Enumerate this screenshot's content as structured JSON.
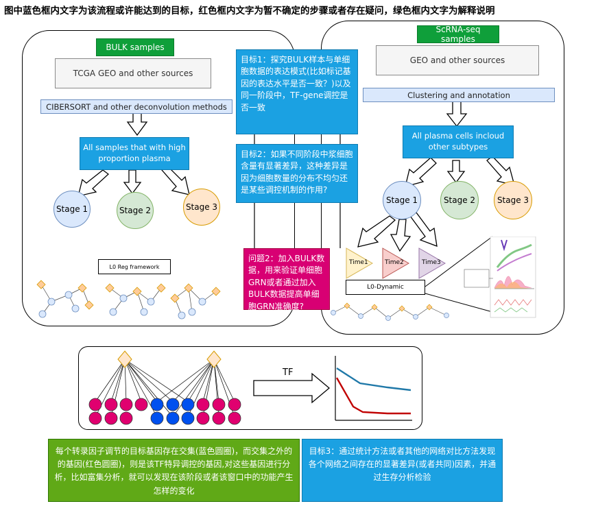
{
  "header": {
    "title": "图中蓝色框内文字为该流程或许能达到的目标，红色框内文字为暂不确定的步骤或者存在疑问，绿色框内文字为解释说明"
  },
  "bulk": {
    "label": "BULK samples",
    "source": "TCGA GEO and other sources",
    "method": "CIBERSORT and other deconvolution methods",
    "selection": "All samples that with high proportion plasma",
    "stages": [
      "Stage 1",
      "Stage 2",
      "Stage 3"
    ],
    "framework": "L0 Reg framework"
  },
  "scrna": {
    "label": "ScRNA-seq samples",
    "source": "GEO and other sources",
    "method": "Clustering and annotation",
    "selection": "All plasma cells incloud other subtypes",
    "stages": [
      "Stage 1",
      "Stage 2",
      "Stage 3"
    ],
    "times": [
      "Time1",
      "Time2",
      "Time3"
    ],
    "dynamic": "L0-Dynamic"
  },
  "center": {
    "goal1": "目标1：探究BULK样本与单细胞数据的表达模式(比如标记基因的表达水平是否一致？)以及同一阶段中，TF-gene调控是否一致",
    "goal2": "目标2：如果不同阶段中浆细胞含量有显著差异，这种差异是因为细胞数量的分布不均匀还是某些调控机制的作用?",
    "question2": "问题2：加入BULK数据，用来验证单细胞GRN或者通过加入BULK数据提高单细胞GRN准确度?"
  },
  "bottom": {
    "tf_label": "TF",
    "explanation": "每个转录因子调节的目标基因存在交集(蓝色圆圈)，而交集之外的的基因(红色圆圈)，则是该TF特异调控的基因,对这些基因进行分析，比如富集分析，就可以发现在该阶段或者该窗口中的功能产生怎样的变化",
    "goal3": "目标3：通过统计方法或者其他的网络对比方法发现各个网络之间存在的显著差异(或者共同)因素，并通过生存分析检验"
  },
  "colors": {
    "goal_blue": "#1ba1e2",
    "question_magenta": "#d80073",
    "explain_green": "#60a917",
    "label_green": "#0f9f3a",
    "red_gene": "#e0006f",
    "blue_gene": "#0050ef",
    "tf_diamond": "#ffe6cc"
  }
}
